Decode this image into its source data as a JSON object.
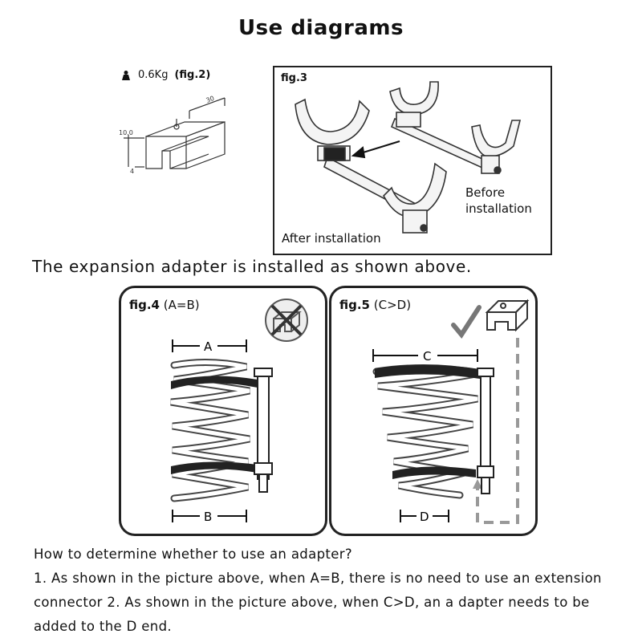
{
  "title": "Use diagrams",
  "fig2": {
    "weight_text": "0.6Kg",
    "fig_ref": "(fig.2)",
    "dims": [
      "30",
      "10.0",
      "4"
    ]
  },
  "fig3": {
    "label": "fig.3",
    "before_label": "Before\ninstallation",
    "after_label": "After installation"
  },
  "caption": "The expansion adapter is installed as shown above.",
  "fig4": {
    "label": "fig.4",
    "condition": "(A=B)",
    "dim_top": "A",
    "dim_bottom": "B"
  },
  "fig5": {
    "label": "fig.5",
    "condition": "(C>D)",
    "dim_top": "C",
    "dim_bottom": "D"
  },
  "text": {
    "question": "How to determine whether to use an adapter?",
    "answer": "1. As shown in the picture above, when A=B, there is no need to use an extension connector 2. As shown in the picture above, when C>D, an a dapter needs to be added to the D end."
  }
}
